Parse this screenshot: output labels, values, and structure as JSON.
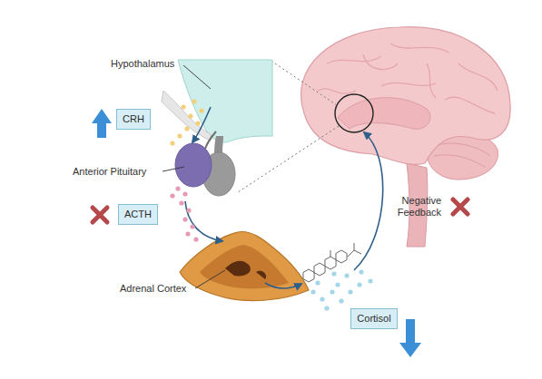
{
  "diagram": {
    "nodes": [
      {
        "text": [
          "CRH"
        ]
      },
      {
        "text": [
          "ACTH"
        ]
      },
      {
        "text": [
          "Cortisol"
        ]
      }
    ],
    "labels": [
      "Hypothalamus",
      "Anterior Pituitary",
      "Adrenal Cortex",
      "Negative Feedback"
    ]
  }
}
